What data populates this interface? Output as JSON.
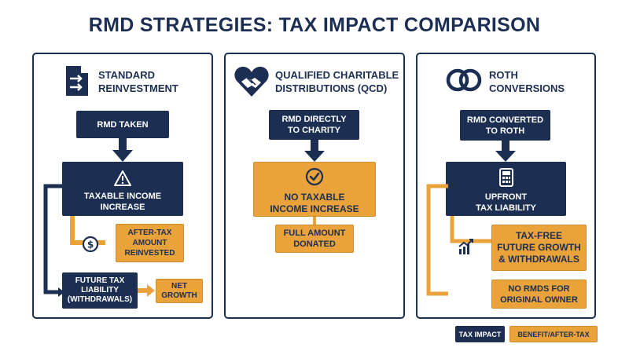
{
  "title": "RMD STRATEGIES: TAX IMPACT COMPARISON",
  "colors": {
    "navy": "#1c2f52",
    "gold": "#e9a33a",
    "outline": "#1c2f52"
  },
  "panels": [
    {
      "icon": "document-arrows-icon",
      "heading": [
        "STANDARD",
        "REINVESTMENT"
      ],
      "rmd_box": "RMD TAKEN",
      "taxable_box": [
        "TAXABLE INCOME",
        "INCREASE"
      ],
      "after_tax_box": [
        "AFTER-TAX",
        "AMOUNT",
        "REINVESTED"
      ],
      "future_tax_box": [
        "FUTURE TAX",
        "LIABILITY",
        "(WITHDRAWALS)"
      ],
      "net_growth_box": [
        "NET",
        "GROWTH"
      ]
    },
    {
      "icon": "heart-handshake-icon",
      "heading": [
        "QUALIFIED CHARITABLE",
        "DISTRIBUTIONS (QCD)"
      ],
      "rmd_box": [
        "RMD DIRECTLY",
        "TO CHARITY"
      ],
      "no_tax_box": [
        "NO TAXABLE",
        "INCOME INCREASE"
      ],
      "donated_box": [
        "FULL AMOUNT",
        "DONATED"
      ]
    },
    {
      "icon": "linked-rings-icon",
      "heading": [
        "ROTH",
        "CONVERSIONS"
      ],
      "rmd_box": [
        "RMD CONVERTED",
        "TO ROTH"
      ],
      "liability_box": [
        "UPFRONT",
        "TAX LIABILITY"
      ],
      "tax_free_box": [
        "TAX-FREE",
        "FUTURE GROWTH",
        "& WITHDRAWALS"
      ],
      "no_rmd_box": [
        "NO RMDS FOR",
        "ORIGINAL OWNER"
      ]
    }
  ],
  "legend": {
    "tax_impact": "TAX IMPACT",
    "benefit": "BENEFIT/AFTER-TAX"
  }
}
